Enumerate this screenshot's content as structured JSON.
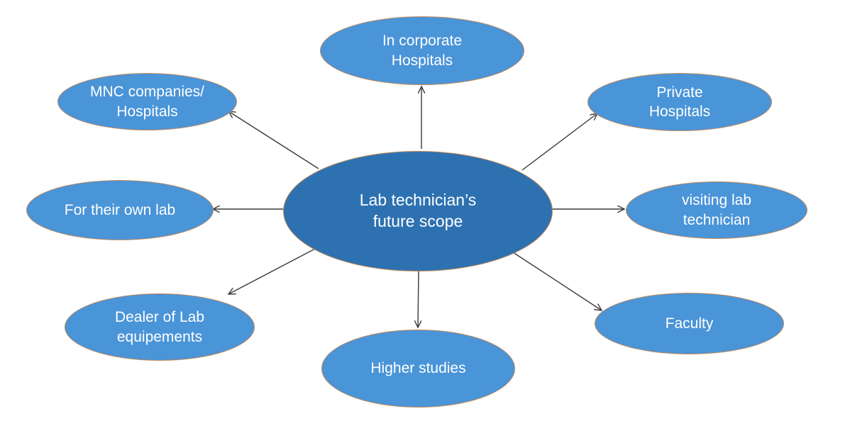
{
  "center": {
    "label": "Lab technician’s\nfuture scope"
  },
  "nodes": {
    "corporate": "In corporate\nHospitals",
    "private": "Private\nHospitals",
    "visiting": "visiting lab\ntechnician",
    "faculty": "Faculty",
    "higher": "Higher studies",
    "dealer": "Dealer of Lab\nequipements",
    "own_lab": "For their own lab",
    "mnc": "MNC companies/\nHospitals"
  },
  "colors": {
    "center_fill": "#2e71b1",
    "node_fill": "#4a94d8",
    "outline": "#c48a58",
    "arrow": "#3a3a3a"
  }
}
